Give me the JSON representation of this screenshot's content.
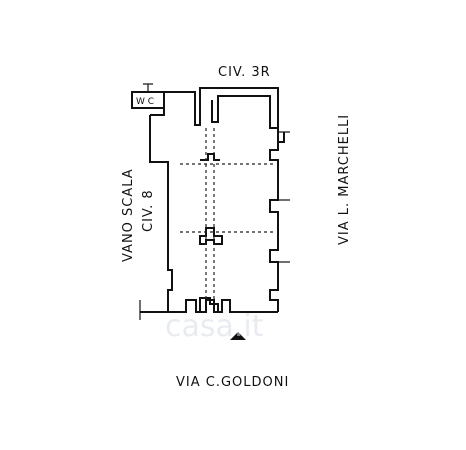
{
  "labels": {
    "top": "CIV. 3R",
    "right": "VIA L. MARCHELLI",
    "bottom": "VIA C.GOLDONI",
    "left_outer": "VANO SCALA",
    "left_inner": "CIV. 8",
    "wc": "W C"
  },
  "watermark": "casa.it",
  "colors": {
    "ink": "#111111",
    "background": "#ffffff",
    "watermark": "#d6dde6"
  }
}
